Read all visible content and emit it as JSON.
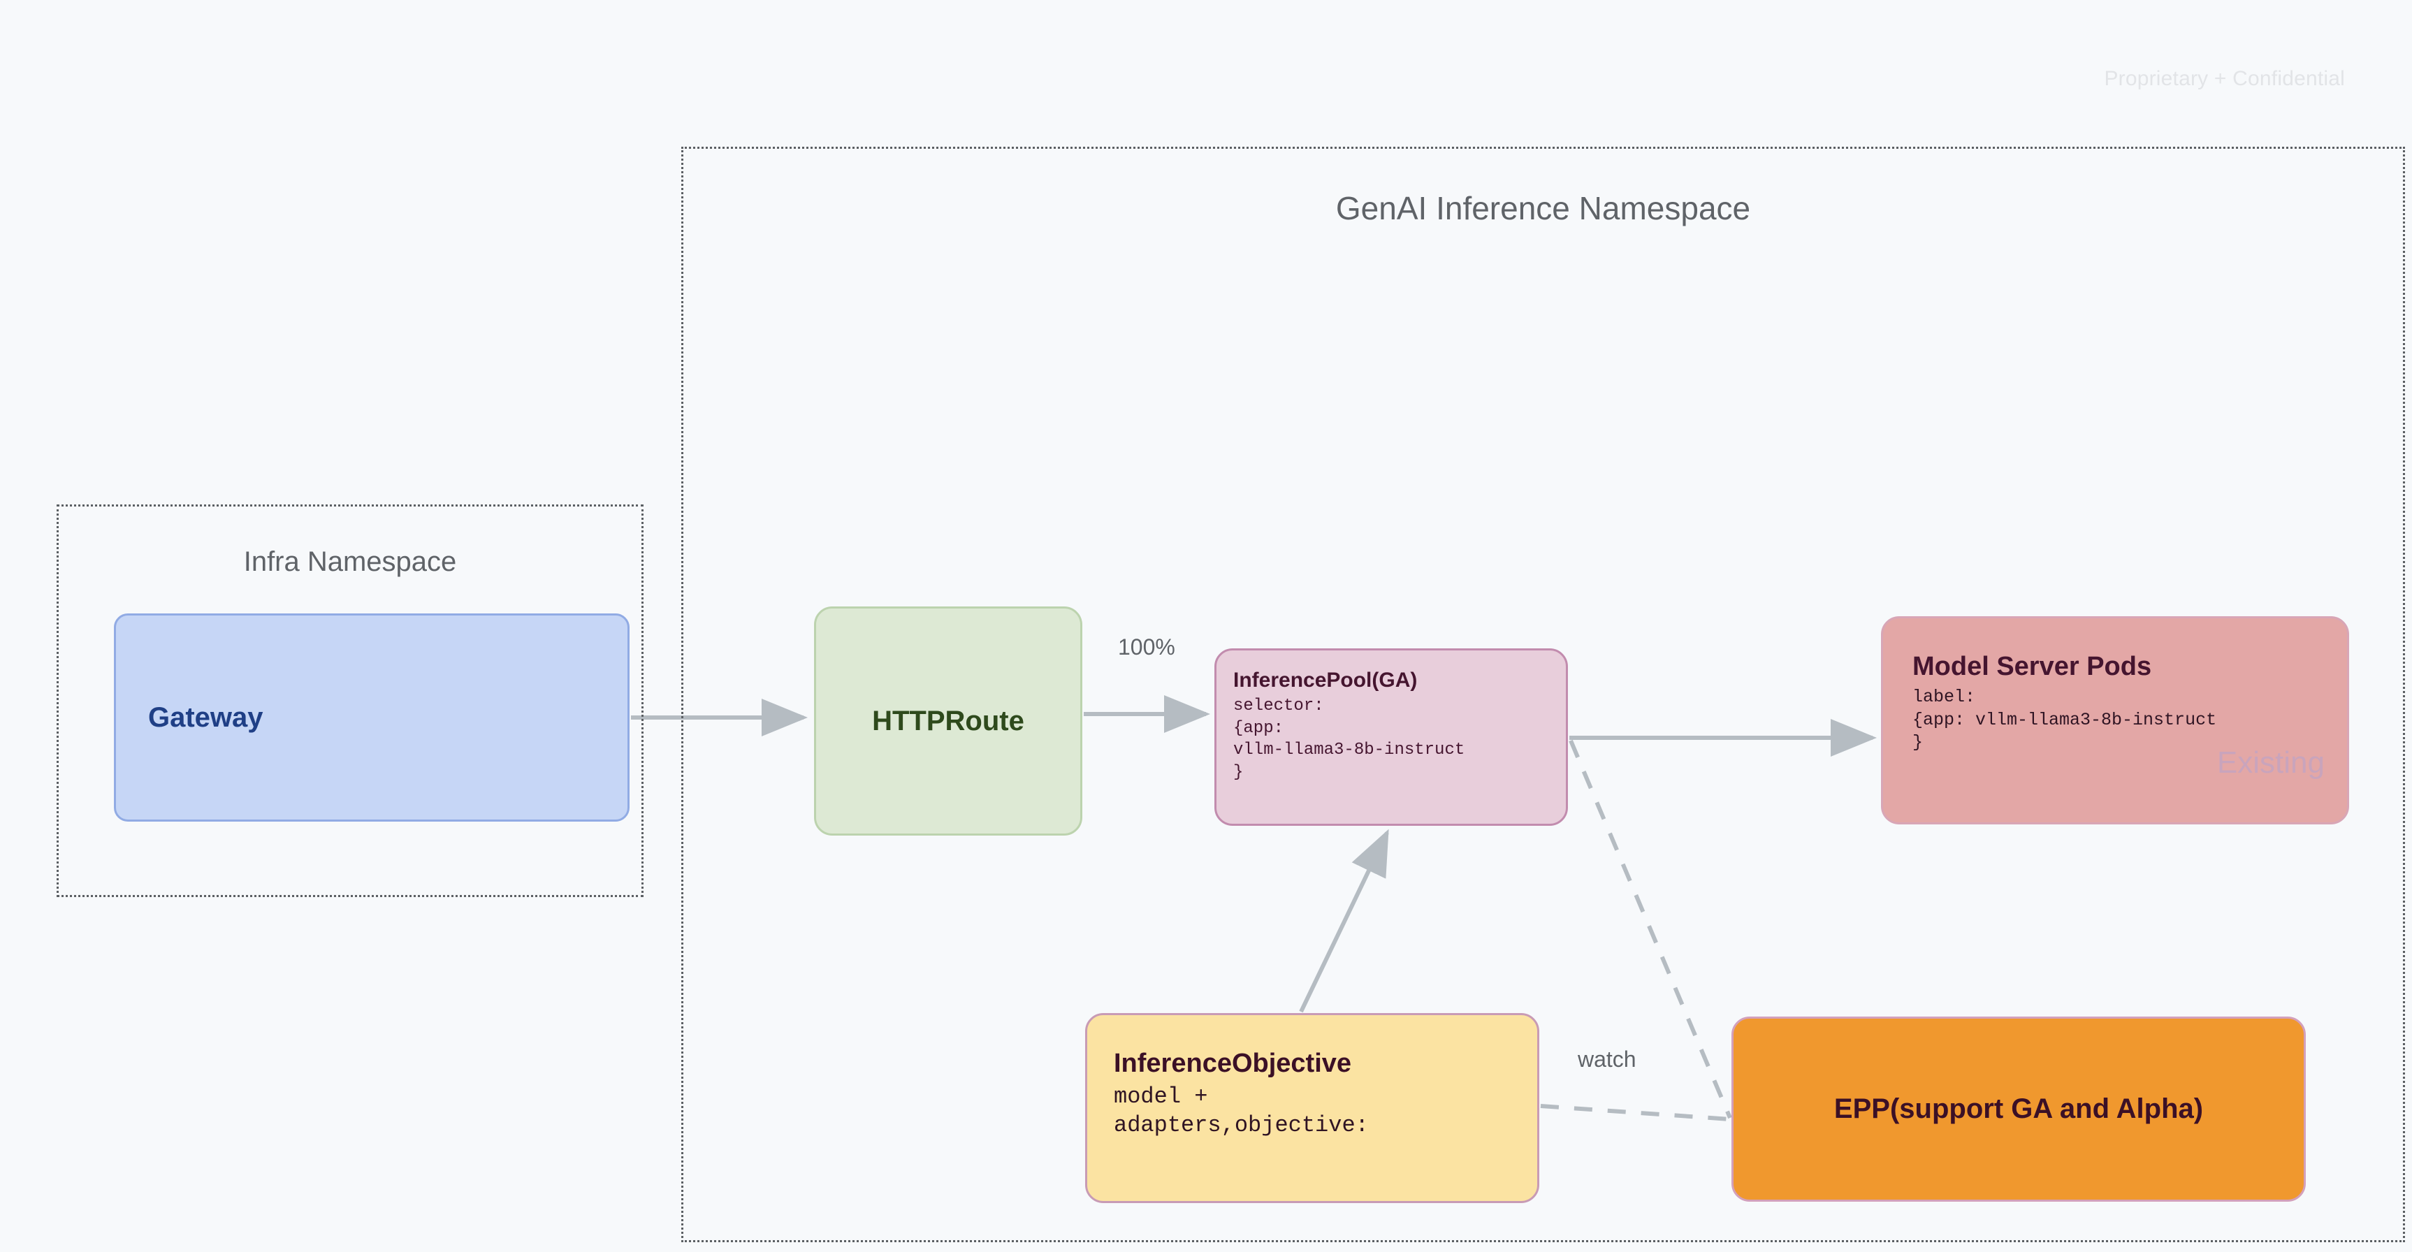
{
  "page": {
    "watermark": "Proprietary + Confidential",
    "background_color": "#f7f9fb"
  },
  "namespaces": [
    {
      "id": "genai",
      "title": "GenAI Inference Namespace",
      "border_style": "dotted",
      "border_color": "#5b5f63"
    },
    {
      "id": "infra",
      "title": "Infra Namespace",
      "border_style": "dotted",
      "border_color": "#5b5f63"
    }
  ],
  "nodes": {
    "gateway": {
      "title": "Gateway",
      "fill": "#c6d6f6",
      "border": "#91abe4",
      "text_color": "#1f3f86"
    },
    "httproute": {
      "title": "HTTPRoute",
      "fill": "#dde9d4",
      "border": "#bcd3ae",
      "text_color": "#2e4a1c"
    },
    "inferencepool": {
      "title": "InferencePool(GA)",
      "body": "selector:\n{app:\nvllm-llama3-8b-instruct\n}",
      "fill": "#e8cedb",
      "border": "#c28cae",
      "text_color": "#45152f"
    },
    "modelserver": {
      "title": "Model Server Pods",
      "body": "label:\n{app: vllm-llama3-8b-instruct\n}",
      "stamp": "Existing",
      "fill": "#e3a7a6",
      "border": "#d8a6b6",
      "text_color": "#45152f",
      "stamp_color": "#c9a4bc"
    },
    "inferenceobjective": {
      "title": "InferenceObjective",
      "body": "model +\nadapters,objective:",
      "fill": "#fbe3a2",
      "border": "#c89bb5",
      "text_color": "#3b1026"
    },
    "epp": {
      "title": "EPP(support GA and Alpha)",
      "fill": "#f0982e",
      "border": "#d3a0bb",
      "text_color": "#3b1026"
    }
  },
  "edges": [
    {
      "id": "gateway-to-httproute",
      "from": "gateway",
      "to": "httproute",
      "style": "solid",
      "label": ""
    },
    {
      "id": "httproute-to-inferencepool",
      "from": "httproute",
      "to": "inferencepool",
      "style": "solid",
      "label": "100%"
    },
    {
      "id": "inferencepool-to-modelserver",
      "from": "inferencepool",
      "to": "modelserver",
      "style": "solid",
      "label": ""
    },
    {
      "id": "inferenceobjective-to-inferencepool",
      "from": "inferenceobjective",
      "to": "inferencepool",
      "style": "solid",
      "label": ""
    },
    {
      "id": "inferencepool-to-epp",
      "from": "inferencepool",
      "to": "epp",
      "style": "dashed",
      "label": ""
    },
    {
      "id": "inferenceobjective-to-epp",
      "from": "inferenceobjective",
      "to": "epp",
      "style": "dashed",
      "label": "watch"
    }
  ],
  "edge_labels": {
    "traffic_weight": "100%",
    "watch": "watch"
  },
  "colors": {
    "edge_stroke": "#b5bcc2",
    "namespace_border": "#5b5f63",
    "namespace_title": "#5f6368",
    "watermark": "#e2e4e7"
  }
}
